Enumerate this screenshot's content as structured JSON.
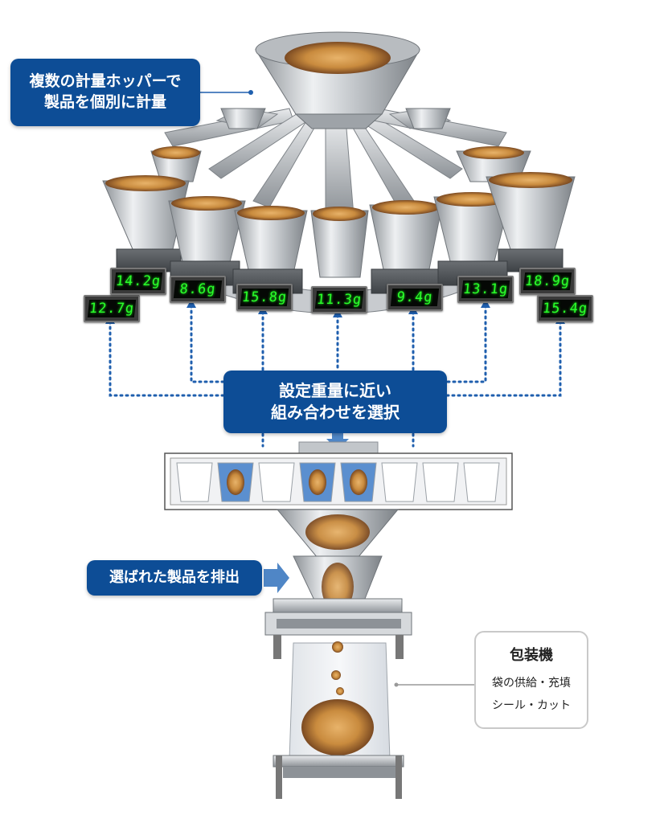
{
  "callouts": {
    "top_line1": "複数の計量ホッパーで",
    "top_line2": "製品を個別に計量",
    "middle_line1": "設定重量に近い",
    "middle_line2": "組み合わせを選択",
    "bottom": "選ばれた製品を排出"
  },
  "packaging": {
    "title": "包装機",
    "line1": "袋の供給・充填",
    "line2": "シール・カット"
  },
  "weights": {
    "d1": "12.7g",
    "d2": "14.2g",
    "d3": "8.6g",
    "d4": "15.8g",
    "d5": "11.3g",
    "d6": "9.4g",
    "d7": "13.1g",
    "d8": "18.9g",
    "d9": "15.4g"
  },
  "selected_buckets": [
    2,
    4,
    5
  ],
  "colors": {
    "callout_blue": "#0d4d96",
    "selected_bucket": "#5b8fcf",
    "arrow_blue": "#1f5fae",
    "display_green": "#2bff2b"
  }
}
